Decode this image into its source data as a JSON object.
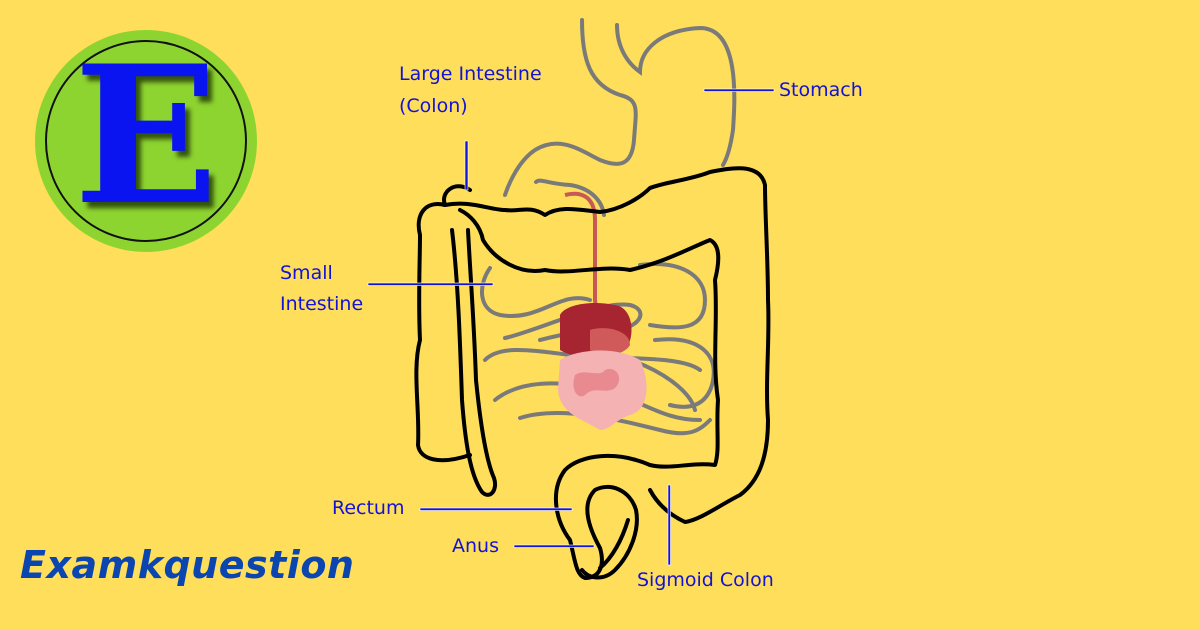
{
  "logo": {
    "letter": "E",
    "ring_color": "#8ED430",
    "letter_color": "#0A14F0"
  },
  "brand": {
    "name": "Examkquestion",
    "color": "#0B46B0"
  },
  "background_color": "#FEDE5A",
  "diagram": {
    "subject": "Human digestive system - intestines",
    "labels": {
      "large_intestine_line1": "Large Intestine",
      "large_intestine_line2": "(Colon)",
      "stomach": "Stomach",
      "small_intestine_line1": "Small",
      "small_intestine_line2": "Intestine",
      "rectum": "Rectum",
      "anus": "Anus",
      "sigmoid_colon": "Sigmoid Colon"
    },
    "label_color": "#1212D8"
  }
}
